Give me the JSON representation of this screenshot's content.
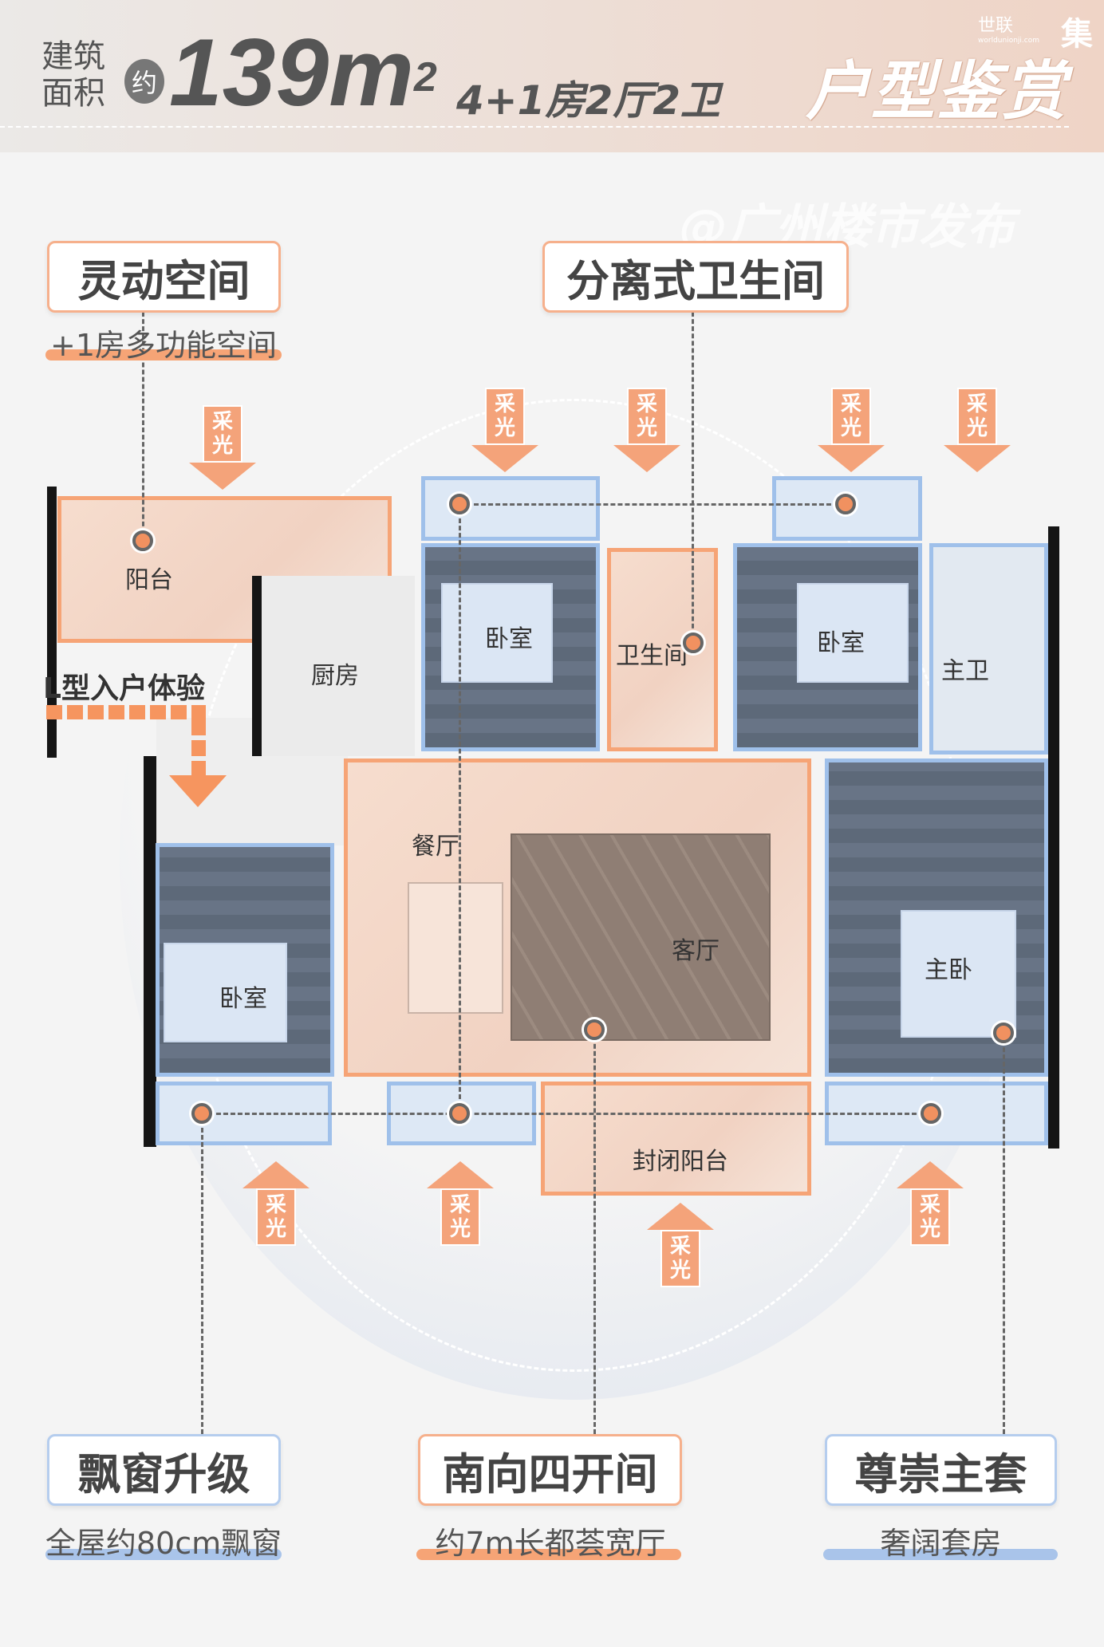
{
  "header": {
    "area_label_line1": "建筑",
    "area_label_line2": "面积",
    "approx": "约",
    "area_value": "139m",
    "area_sup": "2",
    "layout": "4+1房2厅2卫",
    "brand_cn": "世联",
    "brand_ji": "集",
    "brand_url": "worldunionji.com",
    "title": "户型鉴赏"
  },
  "watermark": "@广州楼市发布",
  "colors": {
    "orange": "#f6a476",
    "blue": "#9fc0ea",
    "floor": "#5d6979"
  },
  "features": [
    {
      "title": "灵动空间",
      "subtitle": "+1房多功能空间"
    },
    {
      "title": "分离式卫生间"
    },
    {
      "title": "飘窗升级",
      "subtitle": "全屋约80cm飘窗"
    },
    {
      "title": "南向四开间",
      "subtitle": "约7m长都荟宽厅"
    },
    {
      "title": "尊崇主套",
      "subtitle": "奢阔套房"
    }
  ],
  "light_label": [
    "采",
    "光"
  ],
  "entry": "L型入户体验",
  "rooms": {
    "balcony": "阳台",
    "kitchen": "厨房",
    "bedroom": "卧室",
    "bathroom": "卫生间",
    "master_bath": "主卫",
    "dining": "餐厅",
    "living": "客厅",
    "master_bedroom": "主卧",
    "enclosed_balcony": "封闭阳台"
  }
}
